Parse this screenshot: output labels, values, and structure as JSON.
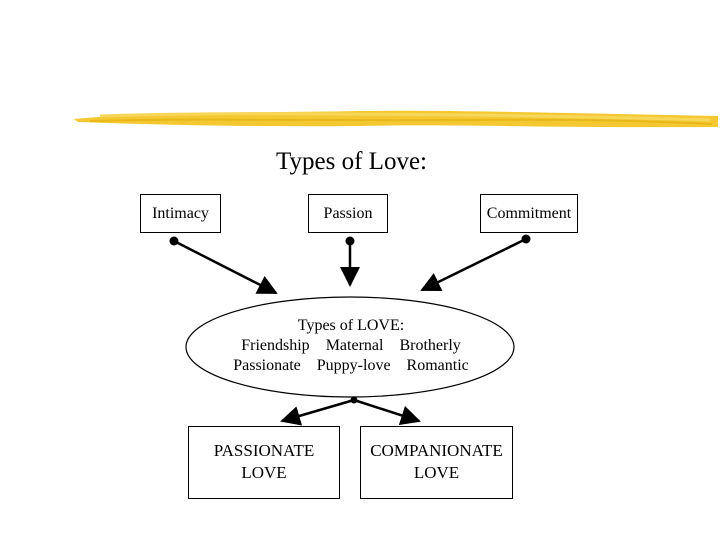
{
  "title": "Types of Love:",
  "components": [
    {
      "label": "Intimacy"
    },
    {
      "label": "Passion"
    },
    {
      "label": "Commitment"
    }
  ],
  "center": {
    "heading": "Types of LOVE:",
    "rows": [
      [
        "Friendship",
        "Maternal",
        "Brotherly"
      ],
      [
        "Passionate",
        "Puppy-love",
        "Romantic"
      ]
    ]
  },
  "outcomes": [
    {
      "line1": "PASSIONATE",
      "line2": "LOVE"
    },
    {
      "line1": "COMPANIONATE",
      "line2": "LOVE"
    }
  ],
  "colors": {
    "accent_stroke": "#f2c526",
    "line": "#000000"
  }
}
